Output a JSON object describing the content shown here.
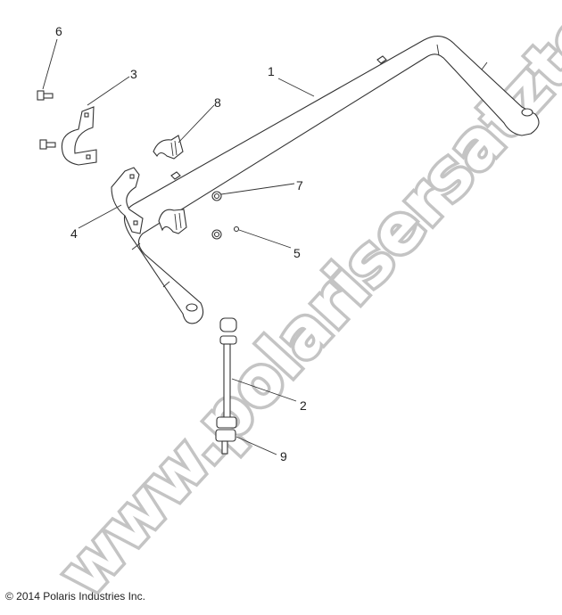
{
  "diagram": {
    "callouts": [
      {
        "id": "1",
        "label": "1"
      },
      {
        "id": "2",
        "label": "2"
      },
      {
        "id": "3",
        "label": "3"
      },
      {
        "id": "4",
        "label": "4"
      },
      {
        "id": "5",
        "label": "5"
      },
      {
        "id": "6",
        "label": "6"
      },
      {
        "id": "7",
        "label": "7"
      },
      {
        "id": "8",
        "label": "8"
      },
      {
        "id": "9",
        "label": "9"
      }
    ],
    "watermark": "www.polarisersatzteile.de",
    "copyright": "© 2014 Polaris Industries Inc."
  }
}
